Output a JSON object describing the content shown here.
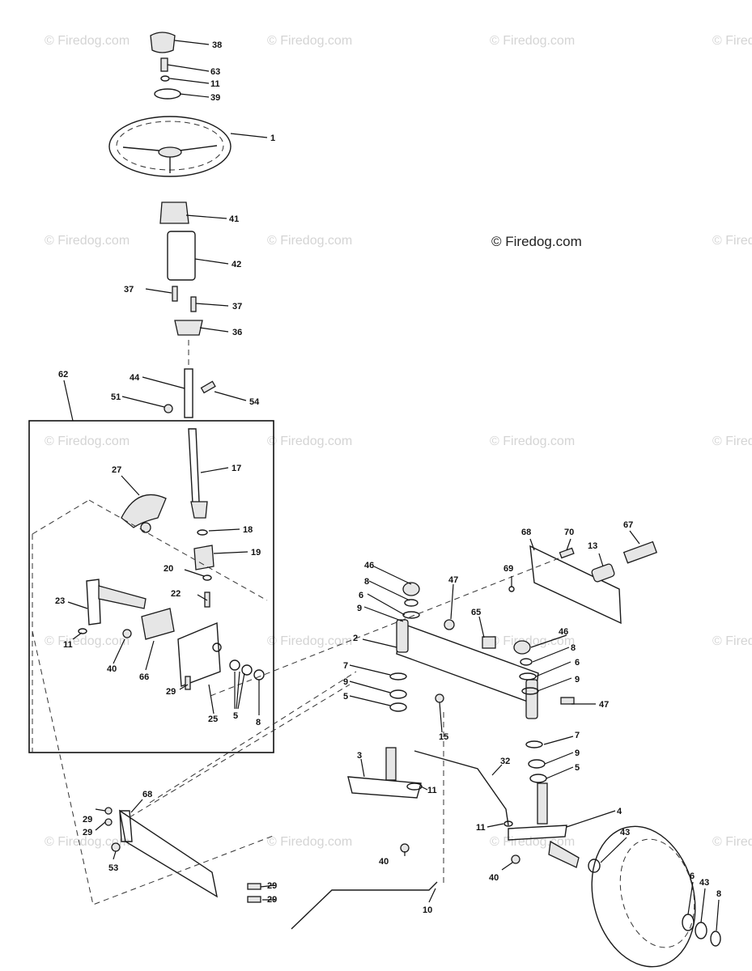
{
  "watermark": {
    "repeat_text": "© Firedog.com",
    "main_text": "© Firedog.com"
  },
  "labels": {
    "l38": "38",
    "l63": "63",
    "l11a": "11",
    "l39": "39",
    "l1": "1",
    "l41": "41",
    "l42": "42",
    "l37a": "37",
    "l37b": "37",
    "l36": "36",
    "l44": "44",
    "l51": "51",
    "l54": "54",
    "l62": "62",
    "l17": "17",
    "l27": "27",
    "l18": "18",
    "l19": "19",
    "l20": "20",
    "l22": "22",
    "l23": "23",
    "l11b": "11",
    "l40a": "40",
    "l66": "66",
    "l29a": "29",
    "l25": "25",
    "l5a": "5",
    "l8a": "8",
    "l68a": "68",
    "l70": "70",
    "l67": "67",
    "l13": "13",
    "l69": "69",
    "l46a": "46",
    "l8b": "8",
    "l6a": "6",
    "l9a": "9",
    "l47a": "47",
    "l65": "65",
    "l2": "2",
    "l46b": "46",
    "l8c": "8",
    "l6b": "6",
    "l9b": "9",
    "l47b": "47",
    "l7a": "7",
    "l9c": "9",
    "l5b": "5",
    "l15": "15",
    "l7b": "7",
    "l9d": "9",
    "l5c": "5",
    "l3": "3",
    "l32": "32",
    "l11c": "11",
    "l11d": "11",
    "l4": "4",
    "l43a": "43",
    "l40b": "40",
    "l40c": "40",
    "l68b": "68",
    "l29b": "29",
    "l29c": "29",
    "l53": "53",
    "l29d": "29",
    "l29e": "29",
    "l10": "10",
    "l6c": "6",
    "l43b": "43",
    "l8d": "8"
  }
}
